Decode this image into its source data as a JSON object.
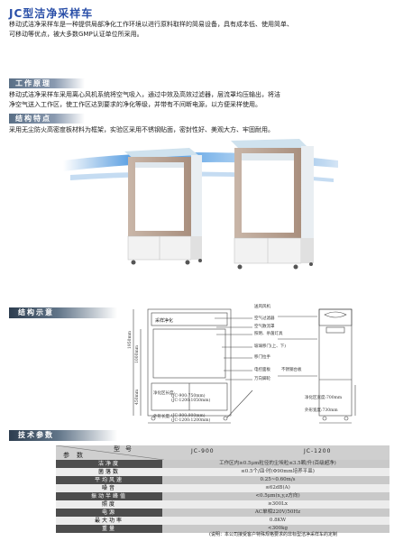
{
  "title": "JC型洁净采样车",
  "intro": {
    "line1": "移动式洁净采样车是一种提供局部净化工作环境以进行原料取样的简易设备，具有成本低、使用简单、",
    "line2": "可移动等优点，被大多数GMP认证单位所采用。"
  },
  "principle": {
    "heading": "工作原理",
    "line1": "移动式洁净采样车采用离心风机系统将空气吸入，通过中效及高效过滤器，层流罩均压输出，将洁",
    "line2": "净空气送入工作区，使工作区达到要求的净化等级，并带有不间断电源，以方便采样使用。"
  },
  "structure": {
    "heading": "结构特点",
    "line1": "采用无尘防火高密度板材料为框架，实验区采用不锈钢贴面，密封性好、美观大方、牢固耐用。"
  },
  "diagram": {
    "heading": "结构示意",
    "sign": "采样净化",
    "labels": {
      "fan": "送风风机",
      "filter": "空气过滤器",
      "airflow": "空气散流罩",
      "light": "照明、杀菌灯具",
      "door": "玻璃移门(上、下)",
      "handle": "移门拉手",
      "control": "电控面板",
      "workbench": "不锈钢台板",
      "caster": "万向脚轮",
      "dim_1950": "1950mm",
      "dim_1000": "1000mm",
      "dim_450": "450mm",
      "inner_width": "净化区长度:",
      "inner_width_values": "(JC-900:750mm)\n(JC-1200:1050mm)",
      "outer_width": "外形长度:",
      "outer_width_values": "(JC-900:900mm)\n(JC-1200:1200mm)",
      "inner_depth": "净化区宽度:700mm",
      "outer_depth": "外形宽度:730mm"
    }
  },
  "specs": {
    "heading": "技术参数",
    "header_param": "参数",
    "header_model": "型号",
    "models": [
      "JC-900",
      "JC-1200"
    ],
    "rows": [
      {
        "label": "洁净度",
        "value": "工作区内≥0.5μm粒径的尘埃粒≤3.5颗/升(百级超净)"
      },
      {
        "label": "菌落数",
        "value": "≤0.5个/皿·时(Φ90mm培养平皿)"
      },
      {
        "label": "平均风速",
        "value": "0.25~0.60m/s"
      },
      {
        "label": "噪音",
        "value": "≤62dB(A)"
      },
      {
        "label": "振动半峰值",
        "value": "<0.5μm(x,y,z方向)"
      },
      {
        "label": "照度",
        "value": "≥300Lx"
      },
      {
        "label": "电源",
        "value": "AC单相220V/50Hz"
      },
      {
        "label": "最大功率",
        "value": "0.8KW"
      },
      {
        "label": "重量",
        "value": "<300kg"
      }
    ]
  },
  "note": "(说明：本公司接受客户特殊规格要求的非标型洁净采样车的定制"
}
